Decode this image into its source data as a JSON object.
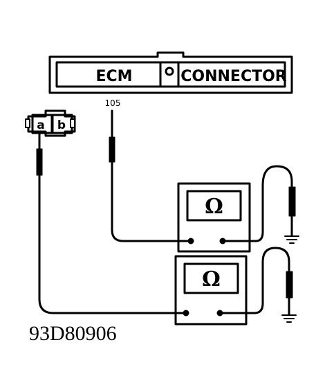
{
  "ecm_connector": {
    "left_label": "ECM",
    "right_label": "CONNECTOR",
    "pin_label": "105"
  },
  "test_connector": {
    "terminal_a": "a",
    "terminal_b": "b"
  },
  "meters": [
    {
      "symbol": "Ω"
    },
    {
      "symbol": "Ω"
    }
  ],
  "figure_code": "93D80906"
}
